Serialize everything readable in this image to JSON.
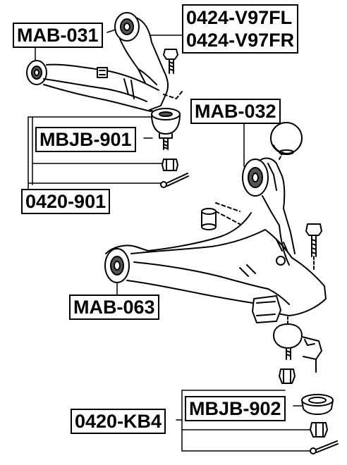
{
  "labels": {
    "mab_031": "MAB-031",
    "upper_arm_left": "0424-V97FL",
    "upper_arm_right": "0424-V97FR",
    "mab_032": "MAB-032",
    "mbjb_901": "MBJB-901",
    "kit_0420_901": "0420-901",
    "mab_063": "MAB-063",
    "mbjb_902": "MBJB-902",
    "kit_0420_kb4": "0420-KB4"
  }
}
